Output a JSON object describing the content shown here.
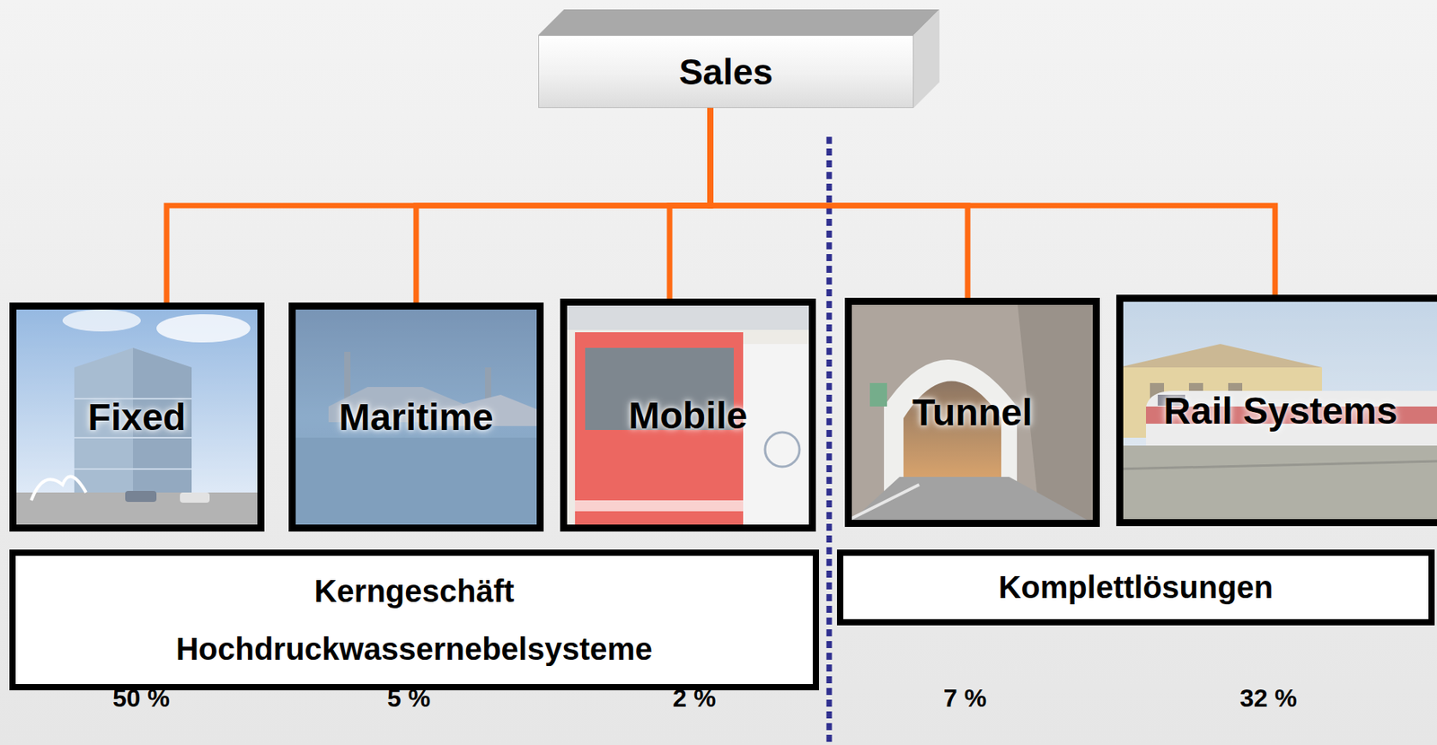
{
  "diagram": {
    "nodes": [
      {
        "text": [
          "Sales"
        ]
      },
      {
        "text": [
          "Fixed"
        ]
      },
      {
        "text": [
          "Maritime"
        ]
      },
      {
        "text": [
          "Mobile"
        ]
      },
      {
        "text": [
          "Tunnel"
        ]
      },
      {
        "text": [
          "Rail Systems"
        ]
      },
      {
        "text": [
          "Kerngeschäft",
          "Hochdruckwassernebelsysteme"
        ]
      },
      {
        "text": [
          "Komplettlösungen"
        ]
      }
    ],
    "edges": [
      {
        "from": 0,
        "to": 1,
        "arrow": "none"
      },
      {
        "from": 0,
        "to": 2,
        "arrow": "none"
      },
      {
        "from": 0,
        "to": 3,
        "arrow": "none"
      },
      {
        "from": 0,
        "to": 4,
        "arrow": "none"
      },
      {
        "from": 0,
        "to": 5,
        "arrow": "none"
      }
    ],
    "labels": [
      "50 %",
      "5 %",
      "2 %",
      "7 %",
      "32 %"
    ]
  }
}
